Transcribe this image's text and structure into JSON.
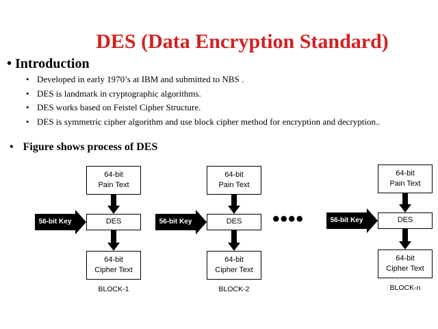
{
  "slide": {
    "title": "DES (Data Encryption Standard)",
    "intro_heading": "Introduction",
    "intro_bullets": [
      "Developed in early 1970’s at IBM and submitted to NBS .",
      "DES is landmark in cryptographic algorithms.",
      "DES works based on Feistel Cipher Structure.",
      "DES is symmetric cipher algorithm and use block cipher method for encryption and decryption.."
    ],
    "figure_heading": "Figure shows process of DES",
    "bullet_char": "•",
    "sub_bullet_char": "•",
    "ellipsis": "••••"
  },
  "blocks": [
    {
      "plaintext_line1": "64-bit",
      "plaintext_line2": "Pain Text",
      "des": "DES",
      "key": "56-bit Key",
      "ciphertext_line1": "64-bit",
      "ciphertext_line2": "Cipher Text",
      "label": "BLOCK-1"
    },
    {
      "plaintext_line1": "64-bit",
      "plaintext_line2": "Pain Text",
      "des": "DES",
      "key": "56-bit Key",
      "ciphertext_line1": "64-bit",
      "ciphertext_line2": "Cipher Text",
      "label": "BLOCK-2"
    },
    {
      "plaintext_line1": "64-bit",
      "plaintext_line2": "Pain Text",
      "des": "DES",
      "key": "56-bit Key",
      "ciphertext_line1": "64-bit",
      "ciphertext_line2": "Cipher Text",
      "label": "BLOCK-n"
    }
  ],
  "colors": {
    "title": "#d32020",
    "arrow": "#000000",
    "background": "#ffffff"
  }
}
